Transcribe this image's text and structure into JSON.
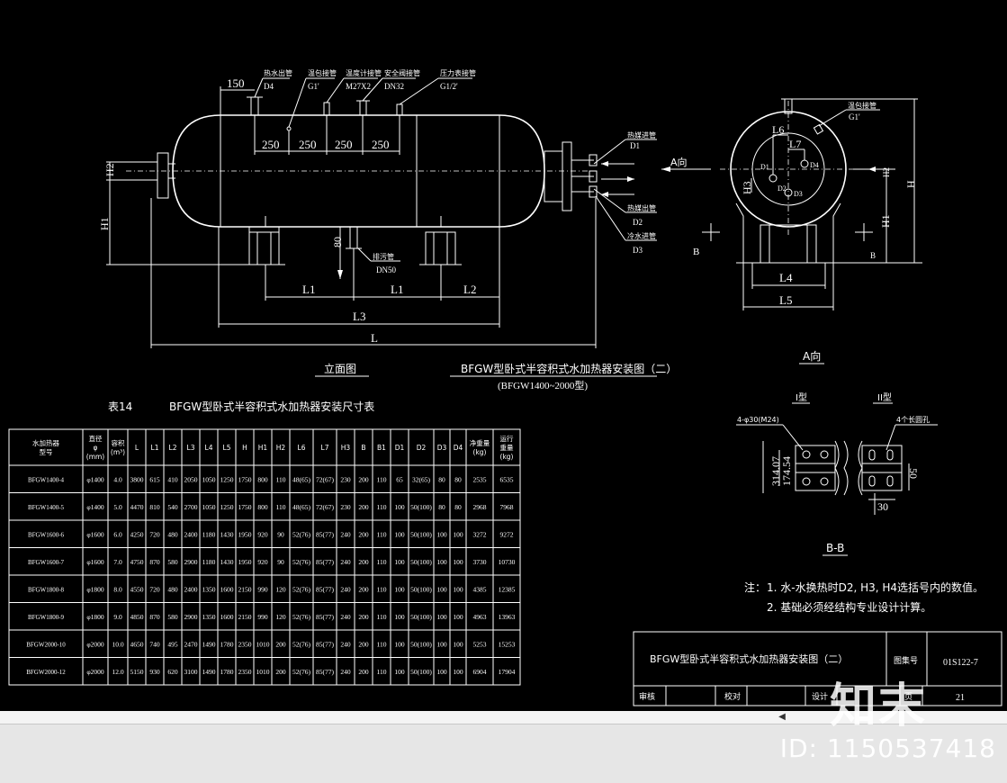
{
  "elevation": {
    "dim_150": "150",
    "nozzle_labels": [
      "热水出管",
      "温包接管",
      "温度计接管",
      "安全阀接管",
      "压力表接管"
    ],
    "nozzle_specs": [
      "D4",
      "G1'",
      "M27X2",
      "DN32",
      "G1/2'"
    ],
    "spacing": [
      "250",
      "250",
      "250",
      "250"
    ],
    "right_nozzles": [
      {
        "name": "热媒进管",
        "spec": "D1"
      },
      {
        "name": "热媒出管",
        "spec": "D2"
      },
      {
        "name": "冷水进管",
        "spec": "D3"
      }
    ],
    "drain": {
      "name": "排污管",
      "spec": "DN50",
      "dim": "80"
    },
    "left_dims": {
      "h2": "H2",
      "h1": "H1"
    },
    "bottom_dims": {
      "l1a": "L1",
      "l1b": "L1",
      "l2": "L2",
      "l3": "L3",
      "l": "L"
    },
    "a_direction": "A向",
    "title": "立面图",
    "drawing_title": "BFGW型卧式半容积式水加热器安装图（二）",
    "drawing_subtitle": "(BFGW1400~2000型)"
  },
  "side_view": {
    "labels": {
      "l6": "L6",
      "l7": "L7",
      "d1": "D1",
      "d2": "D2",
      "d3": "D3",
      "d4": "D4",
      "h3": "H3",
      "h1": "H1",
      "h": "H",
      "l4": "L4",
      "l5": "L5",
      "b_left": "B",
      "b_right": "B"
    },
    "nozzle_name": "温包接管",
    "nozzle_spec": "G1'",
    "title": "A向"
  },
  "section": {
    "type1": "I型",
    "type2": "II型",
    "hole_note1": "4-φ30(M24)",
    "hole_note2": "4个长圆孔",
    "dims": [
      "314.07",
      "174.54"
    ],
    "right_dims": [
      "50",
      "30"
    ],
    "title": "B-B"
  },
  "notes": {
    "label": "注：",
    "items": [
      "1. 水-水换热时D2, H3, H4选括号内的数值。",
      "2. 基础必须经结构专业设计计算。"
    ]
  },
  "table": {
    "caption": "表14",
    "title": "BFGW型卧式半容积式水加热器安装尺寸表",
    "headers": [
      "水加热器\n型号",
      "直径\nφ\n(mm)",
      "容积\n(m³)",
      "L",
      "L1",
      "L2",
      "L3",
      "L4",
      "L5",
      "H",
      "H1",
      "H2",
      "L6",
      "L7",
      "H3",
      "B",
      "B1",
      "D1",
      "D2",
      "D3",
      "D4",
      "净重量\n(kg)",
      "运行\n重量\n(kg)"
    ],
    "rows": [
      [
        "BFGW1400-4",
        "φ1400",
        "4.0",
        "3800",
        "615",
        "410",
        "2050",
        "1050",
        "1250",
        "1750",
        "800",
        "110",
        "48(65)",
        "72(67)",
        "230",
        "200",
        "110",
        "65",
        "32(65)",
        "80",
        "80",
        "2535",
        "6535"
      ],
      [
        "BFGW1400-5",
        "φ1400",
        "5.0",
        "4470",
        "810",
        "540",
        "2700",
        "1050",
        "1250",
        "1750",
        "800",
        "110",
        "48(65)",
        "72(67)",
        "230",
        "200",
        "110",
        "100",
        "50(100)",
        "80",
        "80",
        "2968",
        "7968"
      ],
      [
        "BFGW1600-6",
        "φ1600",
        "6.0",
        "4250",
        "720",
        "480",
        "2400",
        "1180",
        "1430",
        "1950",
        "920",
        "90",
        "52(76)",
        "85(77)",
        "240",
        "200",
        "110",
        "100",
        "50(100)",
        "100",
        "100",
        "3272",
        "9272"
      ],
      [
        "BFGW1600-7",
        "φ1600",
        "7.0",
        "4750",
        "870",
        "580",
        "2900",
        "1180",
        "1430",
        "1950",
        "920",
        "90",
        "52(76)",
        "85(77)",
        "240",
        "200",
        "110",
        "100",
        "50(100)",
        "100",
        "100",
        "3730",
        "10730"
      ],
      [
        "BFGW1800-8",
        "φ1800",
        "8.0",
        "4550",
        "720",
        "480",
        "2400",
        "1350",
        "1600",
        "2150",
        "990",
        "120",
        "52(76)",
        "85(77)",
        "240",
        "200",
        "110",
        "100",
        "50(100)",
        "100",
        "100",
        "4385",
        "12385"
      ],
      [
        "BFGW1800-9",
        "φ1800",
        "9.0",
        "4850",
        "870",
        "580",
        "2900",
        "1350",
        "1600",
        "2150",
        "990",
        "120",
        "52(76)",
        "85(77)",
        "240",
        "200",
        "110",
        "100",
        "50(100)",
        "100",
        "100",
        "4963",
        "13963"
      ],
      [
        "BFGW2000-10",
        "φ2000",
        "10.0",
        "4650",
        "740",
        "495",
        "2470",
        "1490",
        "1780",
        "2350",
        "1010",
        "200",
        "52(76)",
        "85(77)",
        "240",
        "200",
        "110",
        "100",
        "50(100)",
        "100",
        "100",
        "5253",
        "15253"
      ],
      [
        "BFGW2000-12",
        "φ2000",
        "12.0",
        "5150",
        "930",
        "620",
        "3100",
        "1490",
        "1780",
        "2350",
        "1010",
        "200",
        "52(76)",
        "85(77)",
        "240",
        "200",
        "110",
        "100",
        "50(100)",
        "100",
        "100",
        "6904",
        "17904"
      ]
    ]
  },
  "title_block": {
    "title": "BFGW型卧式半容积式水加热器安装图（二）",
    "atlas_label": "图集号",
    "atlas_no": "01S122-7",
    "review": "审核",
    "check": "校对",
    "design": "设计",
    "page_label": "页",
    "page_no": "21"
  },
  "watermark": {
    "logo": "知末",
    "id": "ID: 1150537418"
  }
}
